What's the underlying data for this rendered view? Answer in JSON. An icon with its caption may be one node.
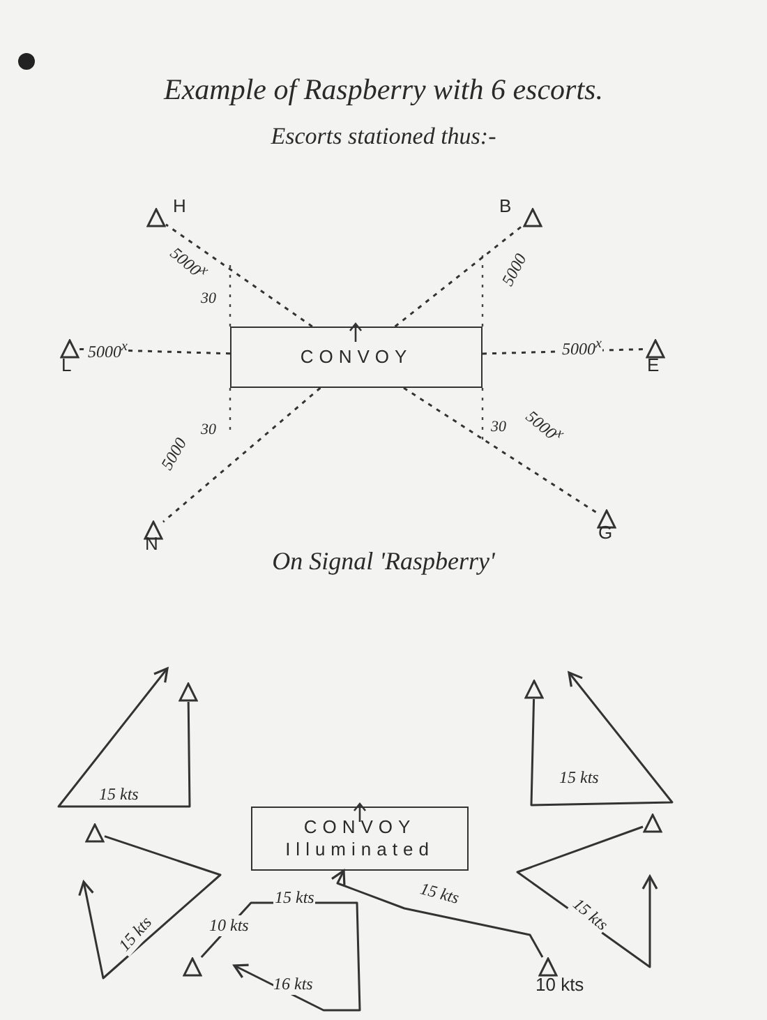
{
  "diagram": {
    "title": "Example of Raspberry with 6 escorts.",
    "nodes": [
      {
        "text": [],
        "shape": "triangle",
        "beside": [
          "H"
        ]
      },
      {
        "text": [],
        "shape": "triangle",
        "beside": [
          "B"
        ]
      },
      {
        "text": [],
        "shape": "triangle",
        "beside": [
          "L"
        ]
      },
      {
        "text": [
          "CONVOY"
        ]
      },
      {
        "text": [],
        "shape": "triangle",
        "beside": [
          "E"
        ]
      },
      {
        "text": [],
        "shape": "triangle",
        "beside": [
          "N"
        ]
      },
      {
        "text": [],
        "shape": "triangle",
        "beside": [
          "G"
        ]
      },
      {
        "text": [],
        "shape": "triangle"
      },
      {
        "text": [],
        "shape": "triangle"
      },
      {
        "text": [],
        "shape": "triangle"
      },
      {
        "text": [
          "CONVOY Illuminated"
        ]
      },
      {
        "text": [],
        "shape": "triangle"
      },
      {
        "text": [],
        "shape": "triangle"
      },
      {
        "text": [],
        "shape": "triangle",
        "beside": [
          "10 kts"
        ]
      }
    ],
    "edges": [
      {
        "from": 3,
        "to": 0,
        "arrow": "none",
        "style": "dashed",
        "label": "5000$^{x}$"
      },
      {
        "from": 3,
        "to": 1,
        "arrow": "none",
        "style": "dashed",
        "label": "5000"
      },
      {
        "from": 3,
        "to": 2,
        "arrow": "none",
        "style": "dashed",
        "label": "5000$^{x}$"
      },
      {
        "from": 3,
        "to": 4,
        "arrow": "none",
        "style": "dashed",
        "label": "5000$^{x}$"
      },
      {
        "from": 3,
        "to": 5,
        "arrow": "none",
        "style": "dashed",
        "label": "5000"
      },
      {
        "from": 3,
        "to": 6,
        "arrow": "none",
        "style": "dashed",
        "label": "5000$^{x}$"
      },
      {
        "from": 7,
        "to": null,
        "arrow": "to",
        "label": "15 kts"
      },
      {
        "from": 8,
        "to": null,
        "arrow": "to",
        "label": "15 kts"
      },
      {
        "from": 9,
        "to": null,
        "arrow": "to",
        "label": "15 kts"
      },
      {
        "from": 11,
        "to": null,
        "arrow": "to",
        "label": "15 kts"
      },
      {
        "from": 12,
        "to": null,
        "arrow": "to",
        "label": "15 kts"
      },
      {
        "from": 13,
        "to": 10,
        "arrow": "to",
        "label": "15 kts"
      }
    ],
    "labels": [
      "Escorts stationed thus:-",
      "30",
      "30",
      "30",
      "On Signal 'Raspberry'",
      "10 kts",
      "16 kts"
    ]
  }
}
